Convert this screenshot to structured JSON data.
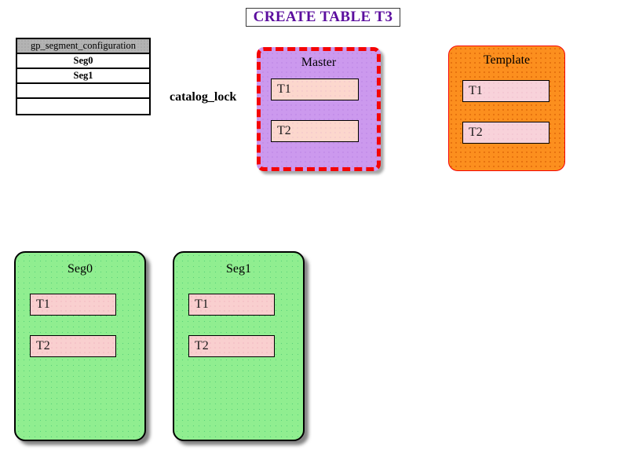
{
  "title": {
    "text": "CREATE TABLE T3",
    "color": "#5b0d9e"
  },
  "catalog_table": {
    "header": "gp_segment_configuration",
    "rows": [
      "Seg0",
      "Seg1",
      "",
      ""
    ]
  },
  "labels": {
    "catalog_lock": "catalog_lock"
  },
  "nodes": {
    "master": {
      "title": "Master",
      "fill": "#cc99ee",
      "border_color": "#f50505",
      "tables": [
        "T1",
        "T2"
      ]
    },
    "template": {
      "title": "Template",
      "fill": "#fc8f1e",
      "border_color": "#f50505",
      "tables": [
        "T1",
        "T2"
      ]
    },
    "seg0": {
      "title": "Seg0",
      "fill": "#90ee90",
      "border_color": "#000000",
      "tables": [
        "T1",
        "T2"
      ]
    },
    "seg1": {
      "title": "Seg1",
      "fill": "#90ee90",
      "border_color": "#000000",
      "tables": [
        "T1",
        "T2"
      ]
    }
  }
}
